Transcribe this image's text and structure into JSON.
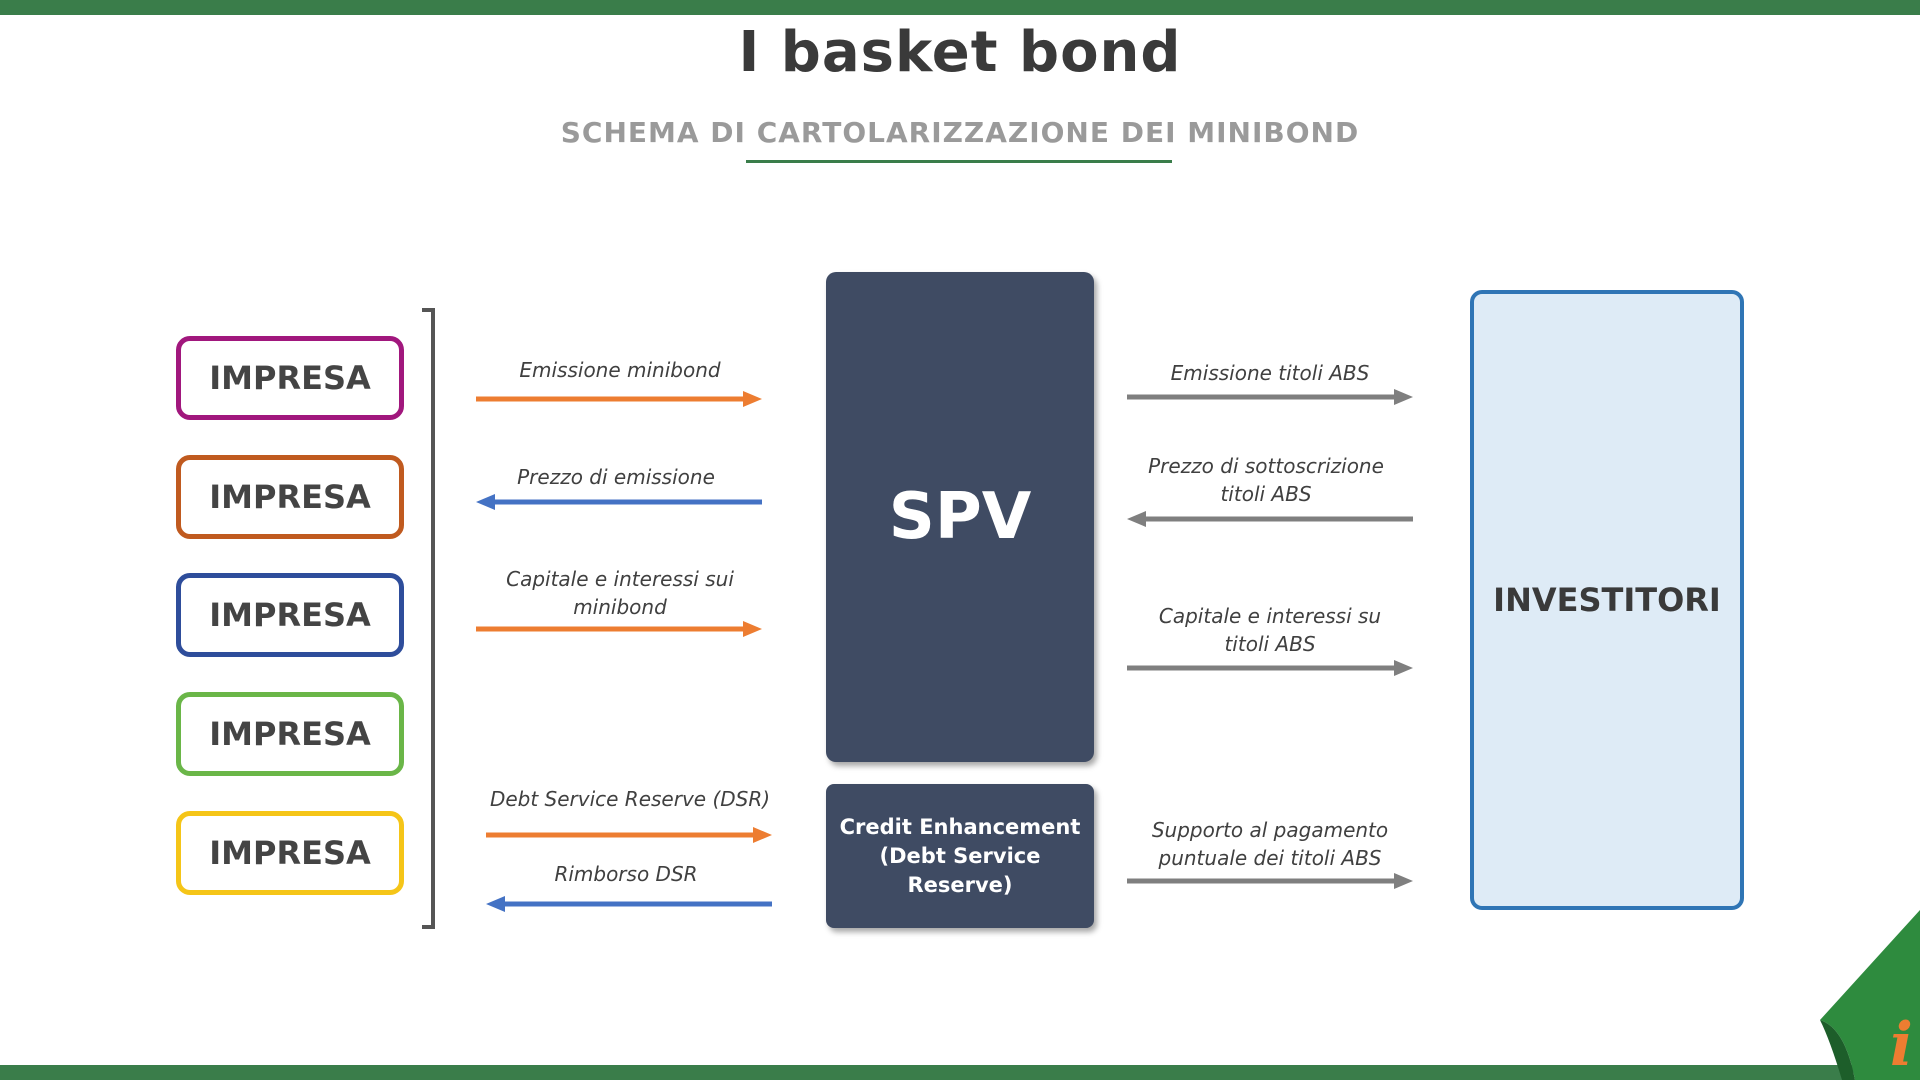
{
  "title": "I basket bond",
  "subtitle": "SCHEMA DI CARTOLARIZZAZIONE DEI MINIBOND",
  "companies": [
    {
      "label": "IMPRESA",
      "color": "#a1177d"
    },
    {
      "label": "IMPRESA",
      "color": "#c05a1f"
    },
    {
      "label": "IMPRESA",
      "color": "#2e4d9b"
    },
    {
      "label": "IMPRESA",
      "color": "#6ab648"
    },
    {
      "label": "IMPRESA",
      "color": "#f5c518"
    }
  ],
  "spv": {
    "label": "SPV"
  },
  "credit": {
    "line1": "Credit Enhancement",
    "line2": "(Debt Service Reserve)"
  },
  "investors": {
    "label": "INVESTITORI"
  },
  "left_flows": {
    "emission": "Emissione minibond",
    "price": "Prezzo di emissione",
    "capital_1": "Capitale e interessi sui",
    "capital_2": "minibond",
    "dsr": "Debt Service Reserve (DSR)",
    "dsr_refund": "Rimborso DSR"
  },
  "right_flows": {
    "abs_emission": "Emissione titoli ABS",
    "subscription_1": "Prezzo di sottoscrizione",
    "subscription_2": "titoli ABS",
    "capital_1": "Capitale e interessi su",
    "capital_2": "titoli ABS",
    "support_1": "Supporto al pagamento",
    "support_2": "puntuale dei titoli ABS"
  },
  "colors": {
    "orange_arrow": "#ed7d31",
    "blue_arrow": "#4472c4",
    "gray_arrow": "#7f7f7f",
    "green_bar": "#3a7d4a",
    "spv_fill": "#3f4b63",
    "investors_fill": "#deebf6",
    "investors_border": "#2f75b5"
  },
  "logo": {
    "glyph": "i",
    "icon": "info-page-curl-icon"
  }
}
